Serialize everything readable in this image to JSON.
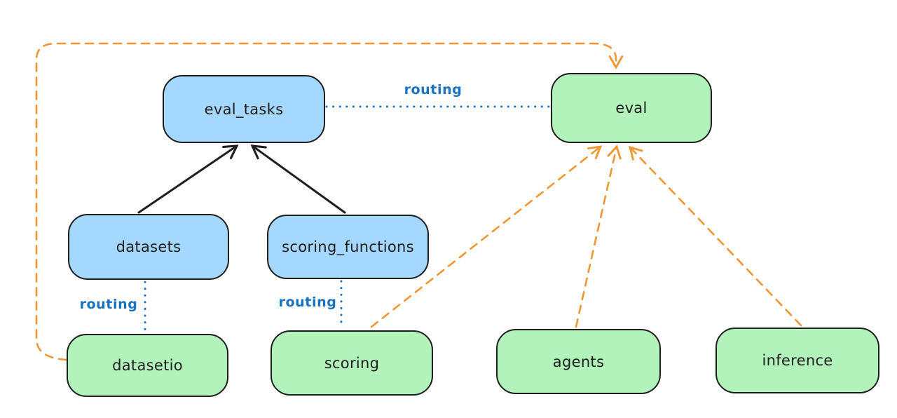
{
  "colors": {
    "background": "#ffffff",
    "node_border": "#1e1e1e",
    "node_blue_fill": "#a5d8ff",
    "node_green_fill": "#b2f2bb",
    "black_arrow": "#1e1e1e",
    "routing_blue": "#1971c2",
    "orange_dashed": "#f09632"
  },
  "nodes": [
    {
      "id": "eval_tasks",
      "label": "eval_tasks",
      "color": "blue"
    },
    {
      "id": "eval",
      "label": "eval",
      "color": "green"
    },
    {
      "id": "datasets",
      "label": "datasets",
      "color": "blue"
    },
    {
      "id": "scoring_functions",
      "label": "scoring_functions",
      "color": "blue"
    },
    {
      "id": "datasetio",
      "label": "datasetio",
      "color": "green"
    },
    {
      "id": "scoring",
      "label": "scoring",
      "color": "green"
    },
    {
      "id": "agents",
      "label": "agents",
      "color": "green"
    },
    {
      "id": "inference",
      "label": "inference",
      "color": "green"
    }
  ],
  "edge_labels": {
    "eval_tasks_to_eval": "routing",
    "datasets_to_datasetio": "routing",
    "scoring_functions_to_scoring": "routing"
  },
  "edges": [
    {
      "from": "datasets",
      "to": "eval_tasks",
      "style": "solid-black-arrow"
    },
    {
      "from": "scoring_functions",
      "to": "eval_tasks",
      "style": "solid-black-arrow"
    },
    {
      "from": "eval_tasks",
      "to": "eval",
      "style": "dotted-blue",
      "label": "routing"
    },
    {
      "from": "datasets",
      "to": "datasetio",
      "style": "dotted-blue",
      "label": "routing"
    },
    {
      "from": "scoring_functions",
      "to": "scoring",
      "style": "dotted-blue",
      "label": "routing"
    },
    {
      "from": "datasetio",
      "to": "eval",
      "style": "dashed-orange-arrow"
    },
    {
      "from": "scoring",
      "to": "eval",
      "style": "dashed-orange-arrow"
    },
    {
      "from": "agents",
      "to": "eval",
      "style": "dashed-orange-arrow"
    },
    {
      "from": "inference",
      "to": "eval",
      "style": "dashed-orange-arrow"
    }
  ]
}
